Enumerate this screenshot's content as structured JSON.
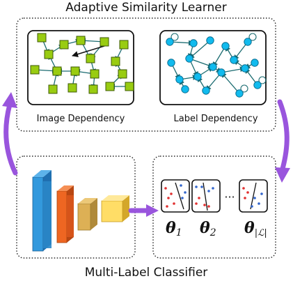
{
  "titles": {
    "top": "Adaptive Similarity Learner",
    "bottom": "Multi-Label Classifier"
  },
  "panels": {
    "image_dependency": "Image Dependency",
    "label_dependency": "Label Dependency"
  },
  "classifier": {
    "thetas": [
      {
        "symbol": "θ",
        "subscript": "1"
      },
      {
        "symbol": "θ",
        "subscript": "2"
      },
      {
        "symbol": "θ",
        "subscript": "|ℒ|"
      }
    ],
    "ellipsis": "···"
  },
  "colors": {
    "flow_arrow": "#9955dd",
    "image_node": "#99cc11",
    "label_node": "#11bbee",
    "point_red": "#e03030",
    "point_blue": "#3366cc",
    "edge": "#1a6b70",
    "cube_front": "#ffdd66",
    "cube_orange": "#ee6622",
    "cube_blue": "#3399dd"
  }
}
